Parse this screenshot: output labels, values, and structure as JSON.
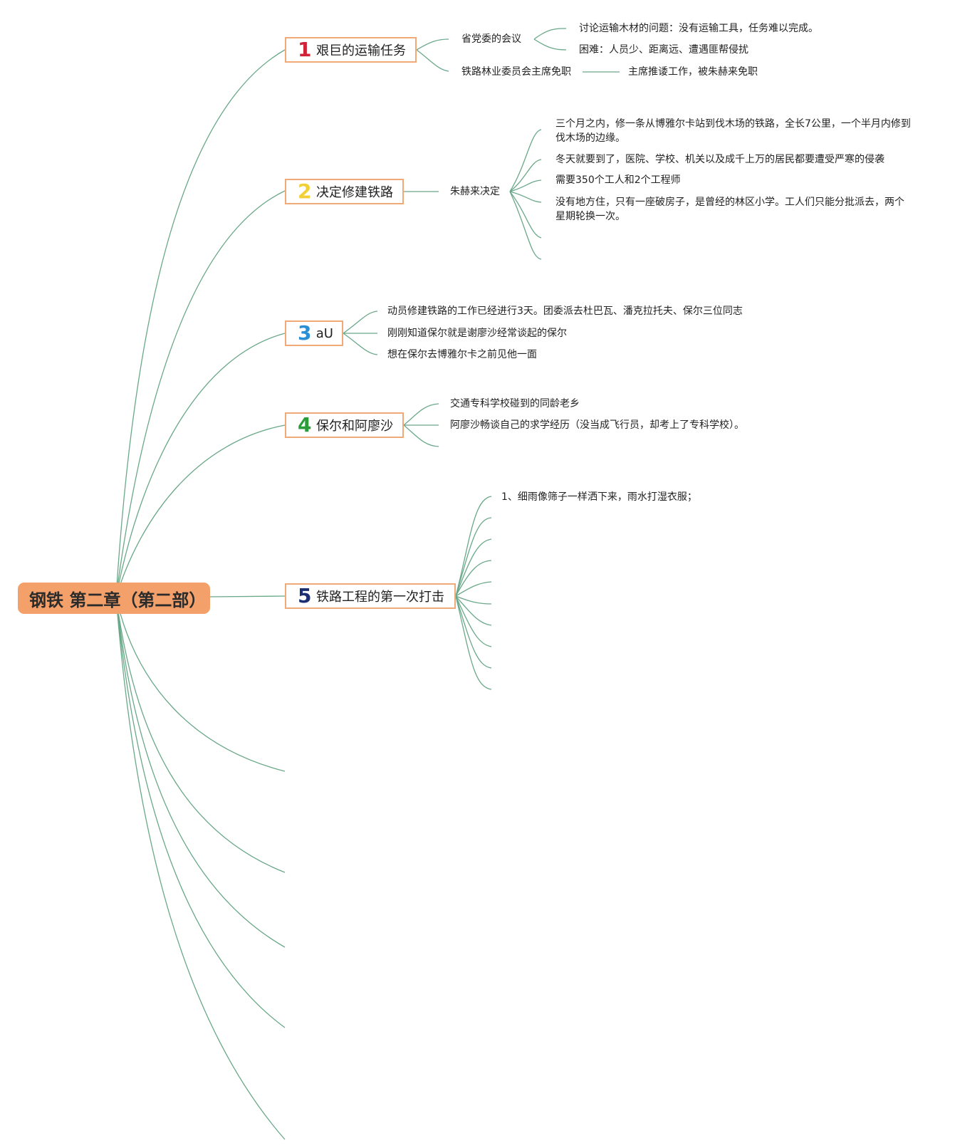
{
  "root": {
    "title": "钢铁 第二章（第二部）"
  },
  "branches": [
    {
      "num": "1",
      "num_color": "#d0233a",
      "label": "艰巨的运输任务"
    },
    {
      "num": "2",
      "num_color": "#f2d033",
      "label": "决定修建铁路"
    },
    {
      "num": "3",
      "num_color": "#2b8fd6",
      "label": "aU"
    },
    {
      "num": "4",
      "num_color": "#2a9d3a",
      "label": "保尔和阿廖沙"
    },
    {
      "num": "5",
      "num_color": "#1c2f73",
      "label": "铁路工程的第一次打击"
    }
  ],
  "b1": {
    "meeting": "省党委的会议",
    "meeting_items": [
      "讨论运输木材的问题：没有运输工具，任务难以完成。",
      "困难：人员少、距离远、遭遇匪帮侵扰"
    ],
    "dismissal": "铁路林业委员会主席免职",
    "dismissal_item": "主席推诿工作，被朱赫来免职"
  },
  "b2": {
    "decision": "朱赫来决定",
    "items": [
      "三个月之内，修一条从博雅尔卡站到伐木场的铁路，全长7公里，一个半月内修到伐木场的边缘。",
      "冬天就要到了，医院、学校、机关以及成千上万的居民都要遭受严寒的侵袭",
      "需要350个工人和2个工程师",
      "没有地方住，只有一座破房子，是曾经的林区小学。工人们只能分批派去，两个星期轮换一次。"
    ]
  },
  "b3": {
    "items": [
      "动员修建铁路的工作已经进行3天。团委派去杜巴瓦、潘克拉托夫、保尔三位同志",
      "刚刚知道保尔就是谢廖沙经常谈起的保尔",
      "想在保尔去博雅尔卡之前见他一面"
    ]
  },
  "b4": {
    "items": [
      "交通专科学校碰到的同龄老乡",
      "阿廖沙畅谈自己的求学经历（没当成飞行员，却考上了专科学校）。"
    ]
  },
  "b5": {
    "items": [
      "1、细雨像筛子一样洒下来，雨水打湿衣服；"
    ]
  }
}
